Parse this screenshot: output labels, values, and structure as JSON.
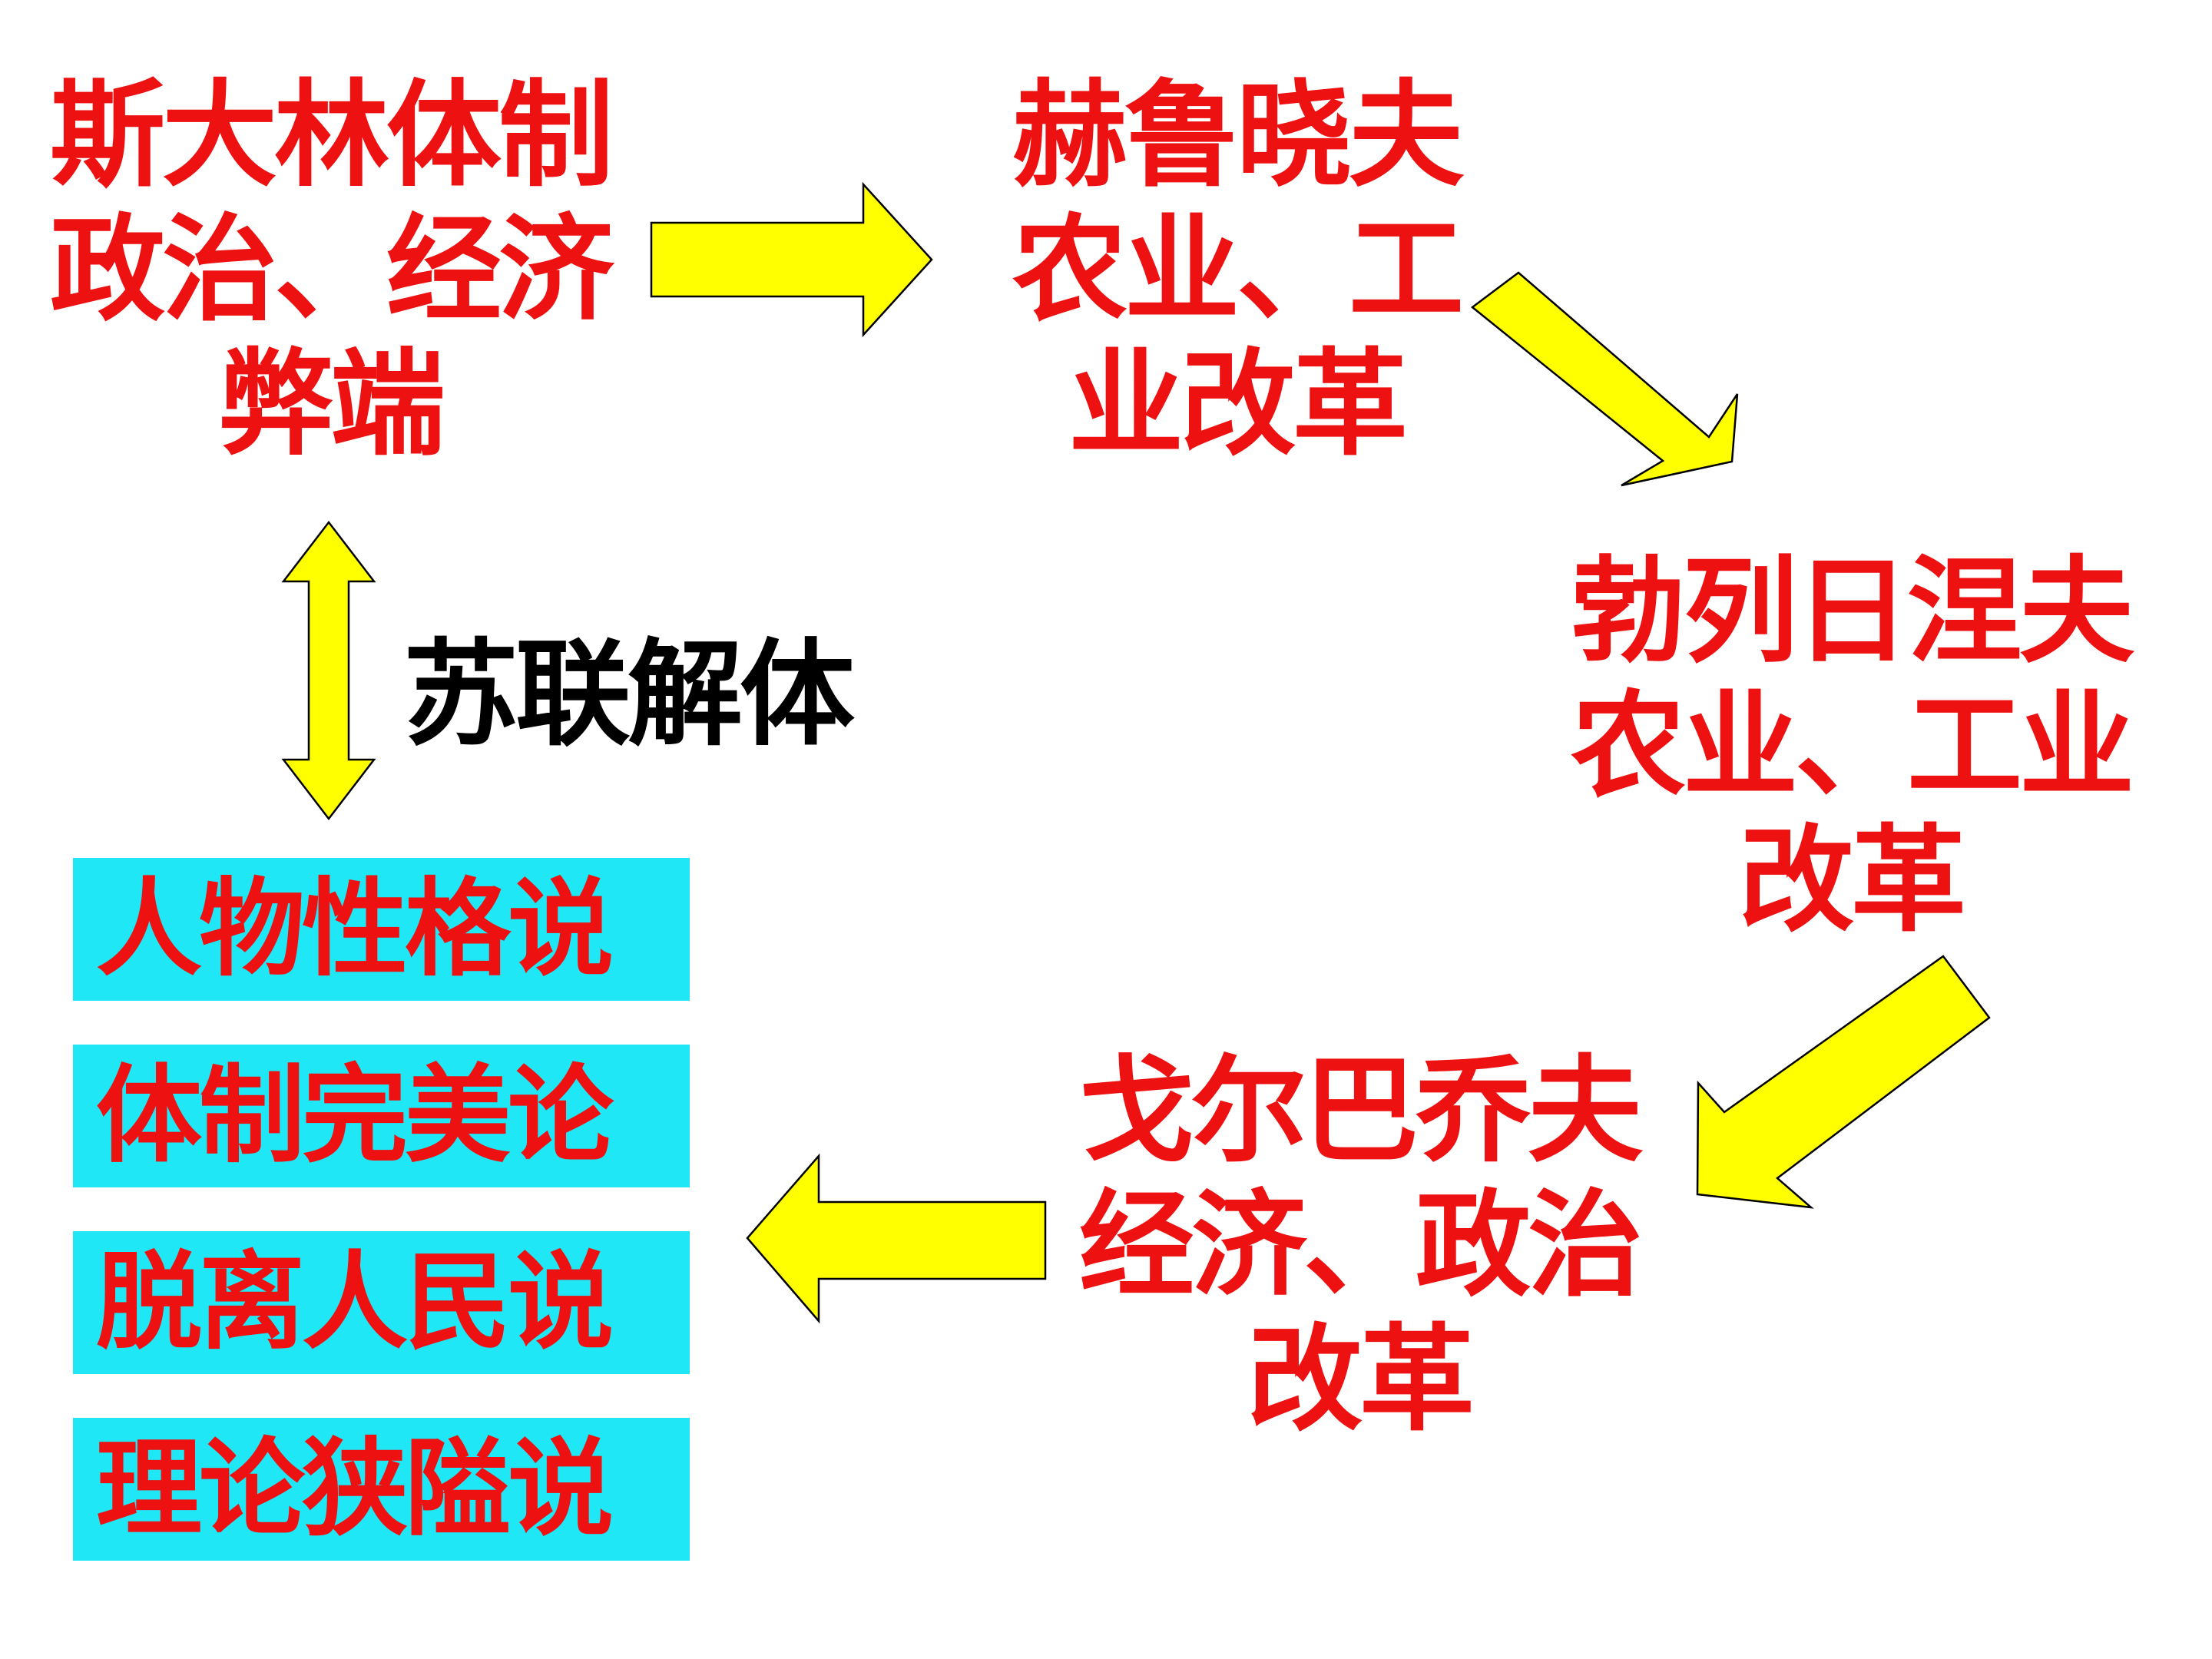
{
  "colors": {
    "stage_text": "#ee1111",
    "collapse_text": "#000000",
    "arrow_fill": "#ffff00",
    "arrow_stroke": "#000000",
    "theory_box_bg": "#1fe7f5"
  },
  "stages": [
    {
      "lines": [
        "斯大林体制",
        "政治、经济",
        "弊端"
      ]
    },
    {
      "lines": [
        "赫鲁晓夫",
        "农业、工",
        "业改革"
      ]
    },
    {
      "lines": [
        "勃列日涅夫",
        "农业、工业",
        "改革"
      ]
    },
    {
      "lines": [
        "戈尔巴乔夫",
        "经济、政治",
        "改革"
      ]
    }
  ],
  "collapse_label": "苏联解体",
  "theories": [
    "人物性格说",
    "体制完美论",
    "脱离人民说",
    "理论狭隘说"
  ]
}
